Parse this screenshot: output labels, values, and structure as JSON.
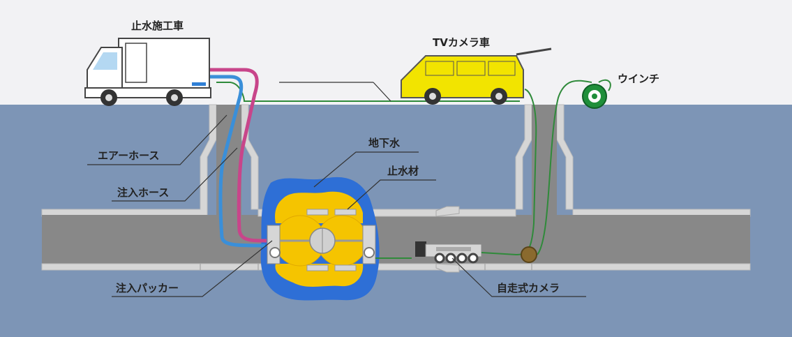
{
  "labels": {
    "truck": "止水施工車",
    "tv_car": "TVカメラ車",
    "winch": "ウインチ",
    "air_hose": "エアーホース",
    "injection_hose": "注入ホース",
    "groundwater": "地下水",
    "sealant": "止水材",
    "packer": "注入パッカー",
    "camera": "自走式カメラ"
  },
  "colors": {
    "sky": "#f2f2f4",
    "ground": "#7d95b6",
    "pipe_fill": "#888888",
    "pipe_wall": "#d6d6d6",
    "groundwater": "#2e6fd6",
    "sealant": "#f5c400",
    "tv_car": "#f2e400",
    "air_hose": "#3a8fd9",
    "injection_hose": "#c8458a",
    "cable": "#2f8a3a",
    "winch": "#1f8f3a"
  }
}
